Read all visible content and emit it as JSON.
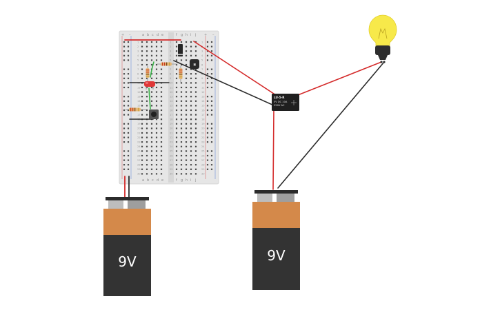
{
  "breadboard": {
    "rail_plus": "+",
    "rail_minus": "–",
    "cols_left": [
      "a",
      "b",
      "c",
      "d",
      "e"
    ],
    "cols_right": [
      "f",
      "g",
      "h",
      "i",
      "j"
    ],
    "rows": 30
  },
  "battery_left": {
    "label": "9V"
  },
  "battery_right": {
    "label": "9V"
  },
  "relay": {
    "title": "LU-5-R",
    "line1": "5V DC 10A",
    "line2": "250V AC"
  },
  "transistor": {
    "label": "N"
  },
  "bulb": {
    "icon": "light-bulb-icon"
  },
  "colors": {
    "wire_red": "#d42a2a",
    "wire_black": "#2b2b2b",
    "wire_green": "#3bb24a",
    "battery_top": "#d4894a",
    "battery_body": "#333333",
    "bulb_glass": "#f7e94a"
  }
}
